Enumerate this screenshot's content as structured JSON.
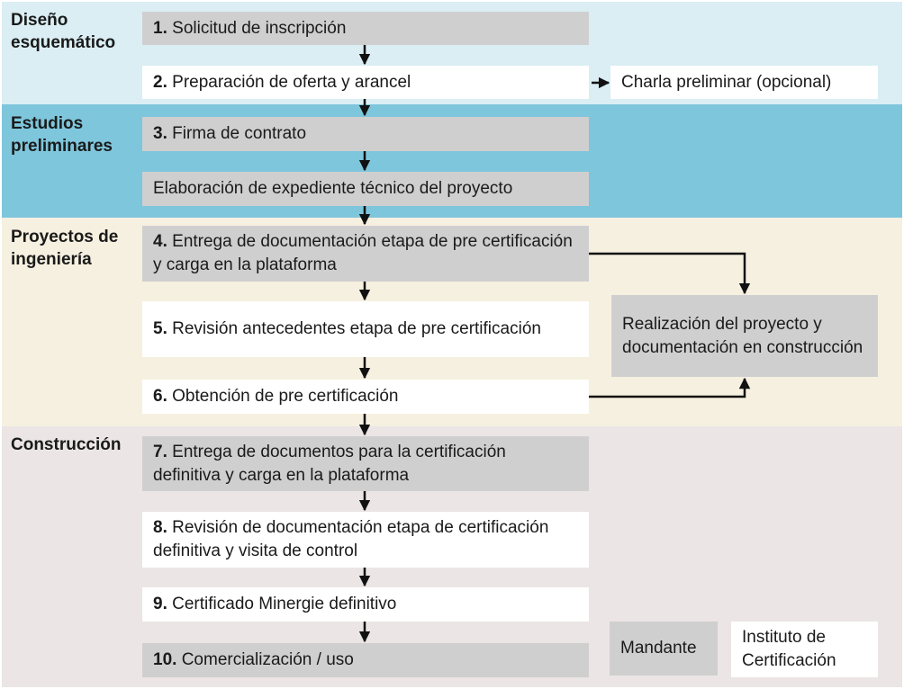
{
  "phases": [
    {
      "label": "Diseño\nesquemático",
      "color": "#daeef4"
    },
    {
      "label": "Estudios\npreliminares",
      "color": "#7ec6dc"
    },
    {
      "label": "Proyectos de\ningeniería",
      "color": "#f6f0e0"
    },
    {
      "label": "Construcción",
      "color": "#ebe5e5"
    }
  ],
  "steps": [
    {
      "num": "1.",
      "text": "Solicitud de inscripción"
    },
    {
      "num": "2.",
      "text": "Preparación de oferta y arancel"
    },
    {
      "num": "3.",
      "text": "Firma de contrato"
    },
    {
      "num": "",
      "text": "Elaboración de expediente técnico del proyecto"
    },
    {
      "num": "4.",
      "text": "Entrega de documentación etapa de pre certificación y carga en la plataforma"
    },
    {
      "num": "5.",
      "text": "Revisión antecedentes etapa de pre certificación"
    },
    {
      "num": "6.",
      "text": "Obtención de pre certificación"
    },
    {
      "num": "7.",
      "text": "Entrega de documentos para la certificación definitiva y carga en la plataforma"
    },
    {
      "num": "8.",
      "text": "Revisión de documentación etapa de certificación definitiva y visita de control"
    },
    {
      "num": "9.",
      "text": "Certificado Minergie definitivo"
    },
    {
      "num": "10.",
      "text": "Comercialización / uso"
    }
  ],
  "side_notes": {
    "charla": "Charla preliminar (opcional)",
    "realizacion": "Realización del proyecto y documentación en construcción"
  },
  "legend": {
    "mandante": "Mandante",
    "instituto": "Instituto de Certificación"
  }
}
